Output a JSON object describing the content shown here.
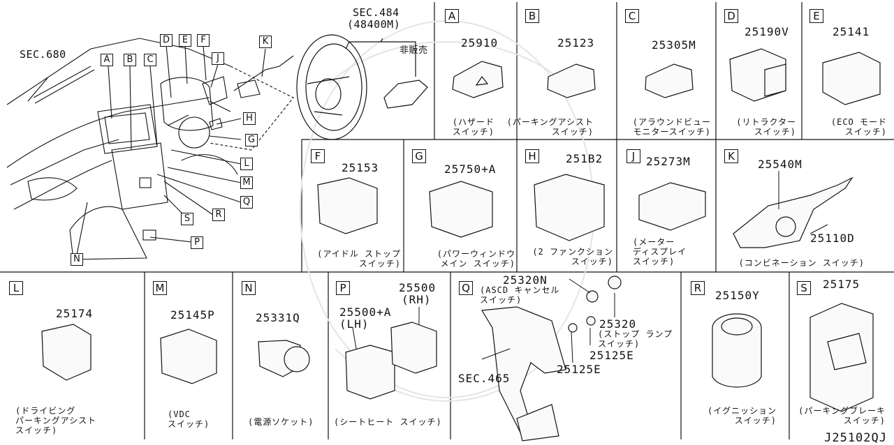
{
  "overview": {
    "sec680": "SEC.680",
    "sec484": "SEC.484",
    "sec484_part": "(48400M)",
    "not_for_sale": "非販売",
    "callouts": [
      "A",
      "B",
      "C",
      "D",
      "E",
      "F",
      "J",
      "K",
      "H",
      "G",
      "L",
      "M",
      "Q",
      "R",
      "S",
      "P",
      "N"
    ]
  },
  "panels": {
    "A": {
      "letter": "A",
      "part": "25910",
      "caption": "(ハザード\nスイッチ)"
    },
    "B": {
      "letter": "B",
      "part": "25123",
      "caption": "(パーキングアシスト\nスイッチ)"
    },
    "C": {
      "letter": "C",
      "part": "25305M",
      "caption": "(アラウンドビュー\nモニタースイッチ)"
    },
    "D": {
      "letter": "D",
      "part": "25190V",
      "caption": "(リトラクター\nスイッチ)"
    },
    "E": {
      "letter": "E",
      "part": "25141",
      "caption": "(ECO モード\nスイッチ)"
    },
    "F": {
      "letter": "F",
      "part": "25153",
      "caption": "(アイドル ストップ\nスイッチ)"
    },
    "G": {
      "letter": "G",
      "part": "25750+A",
      "caption": "(パワーウィンドウ\nメイン スイッチ)"
    },
    "H": {
      "letter": "H",
      "part": "251B2",
      "caption": "(2 ファンクション\nスイッチ)"
    },
    "J": {
      "letter": "J",
      "part": "25273M",
      "caption": "(メーター\nディスプレイ\nスイッチ)"
    },
    "K": {
      "letter": "K",
      "part": "25540M",
      "part2": "25110D",
      "caption": "(コンビネーション スイッチ)"
    },
    "L": {
      "letter": "L",
      "part": "25174",
      "caption": "(ドライビング\nパーキングアシスト\nスイッチ)"
    },
    "M": {
      "letter": "M",
      "part": "25145P",
      "caption": "(VDC\nスイッチ)"
    },
    "N": {
      "letter": "N",
      "part": "25331Q",
      "caption": "(電源ソケット)"
    },
    "P": {
      "letter": "P",
      "part_rh": "25500",
      "rh": "(RH)",
      "part_lh": "25500+A",
      "lh": "(LH)",
      "caption": "(シートヒート スイッチ)"
    },
    "Q": {
      "letter": "Q",
      "part_ascd": "25320N",
      "ascd_caption": "(ASCD キャンセル\nスイッチ)",
      "part_stop": "25320",
      "stop_caption": "(ストップ ランプ\nスイッチ)",
      "part_e1": "25125E",
      "part_e2": "25125E",
      "sec": "SEC.465"
    },
    "R": {
      "letter": "R",
      "part": "25150Y",
      "caption": "(イグニッション\nスイッチ)"
    },
    "S": {
      "letter": "S",
      "part": "25175",
      "caption": "(パーキングブレーキ\nスイッチ)"
    }
  },
  "drawing_code": "J25102QJ"
}
